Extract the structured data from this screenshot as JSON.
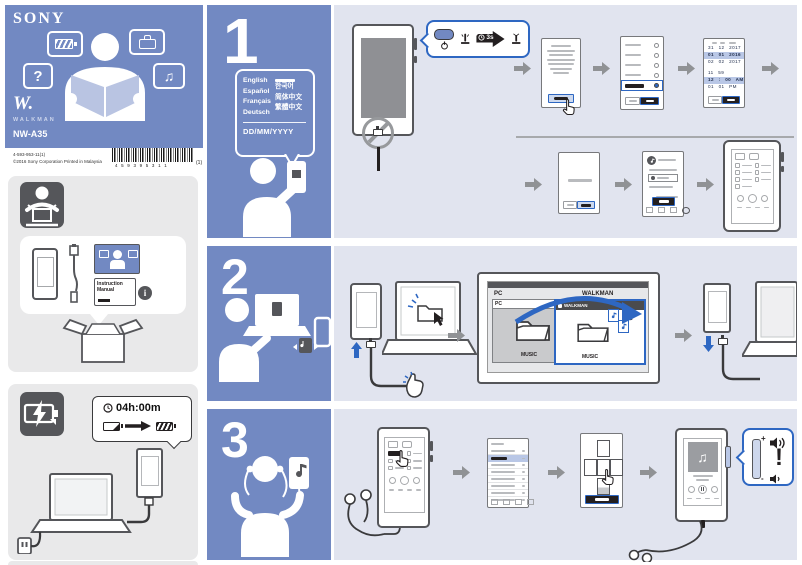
{
  "colors": {
    "blue": "#7289c2",
    "panel_bg": "#e1e4ef",
    "accent_blue": "#2e67c2",
    "highlight_blue": "#b9c7e6",
    "dark": "#231f20",
    "box_gray": "#e9e9ea"
  },
  "brand": {
    "sony": "SONY",
    "walkman_logo": "W.",
    "walkman_text": "WALKMAN",
    "model": "NW-A35"
  },
  "print": {
    "part_number": "4-593-953-11(1)",
    "copyright": "©2016 Sony Corporation Printed in Malaysia",
    "barcode_digits": "4 5 9 3 9 5 3 1 1",
    "barcode_note": "(1)"
  },
  "unboxing": {
    "manual_title": "Instruction Manual",
    "info_mark": "i"
  },
  "charging": {
    "duration": "04h:00m"
  },
  "glyphs": {
    "question": "?",
    "music_double": "♫",
    "music_single": "♪",
    "plus": "+",
    "minus": "-",
    "exclamation": "!"
  },
  "steps": {
    "s1": {
      "number": "1",
      "hold_time": "3s",
      "lang_col1": [
        "English",
        "Español",
        "Français",
        "Deutsch"
      ],
      "lang_col2": [
        "한국어",
        "简体中文",
        "繁體中文"
      ],
      "date_format": "DD/MM/YYYY",
      "date_rows": [
        "31 12 2017",
        "01 01 2016",
        "02 02 2017"
      ],
      "time_rows": [
        "11 59",
        "12 : 00 AM",
        "01 01 PM"
      ]
    },
    "s2": {
      "number": "2",
      "pc_label": "PC",
      "pc_window_label": "PC",
      "walkman_label": "WALKMAN",
      "walkman_window_label": "WALKMAN",
      "music_pc": "MUSIC",
      "music_walkman": "MUSIC"
    },
    "s3": {
      "number": "3"
    }
  }
}
